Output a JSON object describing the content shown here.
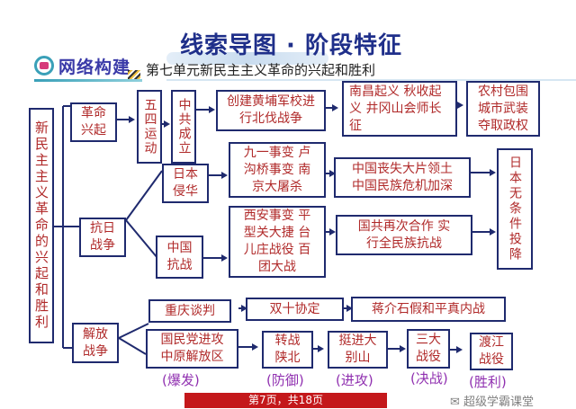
{
  "header": {
    "title": "线索导图 · 阶段特征",
    "section_label": "网络构建",
    "subtitle": "第七单元新民主主义革命的兴起和胜利"
  },
  "root": {
    "label": "新民主主义革命的兴起和胜利"
  },
  "branches": {
    "revolution_rise": {
      "label": "革命兴起",
      "nodes": [
        "五四运动",
        "中共成立",
        "创建黄埔军校进行北伐战争",
        "南昌起义 秋收起义 井冈山会师长征",
        "农村包围城市武装夺取政权"
      ]
    },
    "anti_japanese": {
      "label": "抗日战争",
      "japan_invasion": {
        "label": "日本侵华",
        "events": "九一事变 卢沟桥事变 南京大屠杀",
        "result": "中国丧失大片领土 中国民族危机加深"
      },
      "china_resistance": {
        "label": "中国抗战",
        "events": "西安事变 平型关大捷 台儿庄战役 百团大战",
        "result": "国共再次合作 实行全民族抗战"
      },
      "outcome": "日本无条件投降"
    },
    "liberation": {
      "label": "解放战争",
      "row1": [
        "重庆谈判",
        "双十协定",
        "蒋介石假和平真内战"
      ],
      "row2": [
        {
          "label": "国民党进攻中原解放区",
          "stage": "(爆发)"
        },
        {
          "label": "转战陕北",
          "stage": "(防御)"
        },
        {
          "label": "挺进大别山",
          "stage": "(进攻)"
        },
        {
          "label": "三大战役",
          "stage": "(决战)"
        },
        {
          "label": "渡江战役",
          "stage": "(胜利)"
        }
      ]
    }
  },
  "footer": {
    "page_indicator": "第7页，共18页"
  },
  "watermark": "超级学霸课堂",
  "colors": {
    "title": "#1f2f8a",
    "box_border": "#1f2a6e",
    "box_text": "#b02a2a",
    "stage_text": "#9030b0",
    "footer_bg": "#c4181b"
  }
}
